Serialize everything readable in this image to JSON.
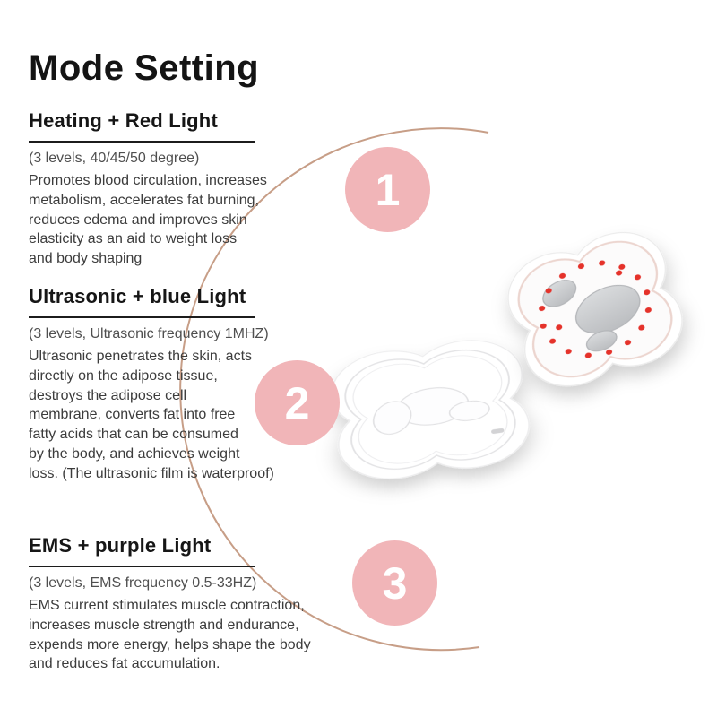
{
  "page": {
    "title": "Mode Setting"
  },
  "sections": [
    {
      "step": "1",
      "heading": "Heating + Red Light",
      "subheading": "(3 levels, 40/45/50 degree)",
      "body": "Promotes blood circulation, increases\nmetabolism, accelerates fat burning,\nreduces edema and improves skin\nelasticity as an aid to weight loss\nand body shaping"
    },
    {
      "step": "2",
      "heading": "Ultrasonic + blue Light",
      "subheading": "(3 levels, Ultrasonic frequency 1MHZ)",
      "body": "Ultrasonic penetrates the skin, acts\ndirectly on the adipose tissue,\ndestroys the adipose cell\nmembrane, converts fat into free\nfatty acids that can be consumed\nby the body, and achieves weight\nloss. (The ultrasonic film is waterproof)"
    },
    {
      "step": "3",
      "heading": "EMS + purple Light",
      "subheading": "(3 levels, EMS frequency 0.5-33HZ)",
      "body": "EMS current stimulates muscle contraction,\nincreases muscle strength and endurance,\nexpends more energy, helps shape the body\nand reduces fat accumulation."
    }
  ],
  "colors": {
    "badge_pink": "#f1b5b8",
    "curve_tan": "#c79e87",
    "led_red": "#e5332a",
    "heading_text": "#161616",
    "body_text": "#3c3c3c"
  }
}
